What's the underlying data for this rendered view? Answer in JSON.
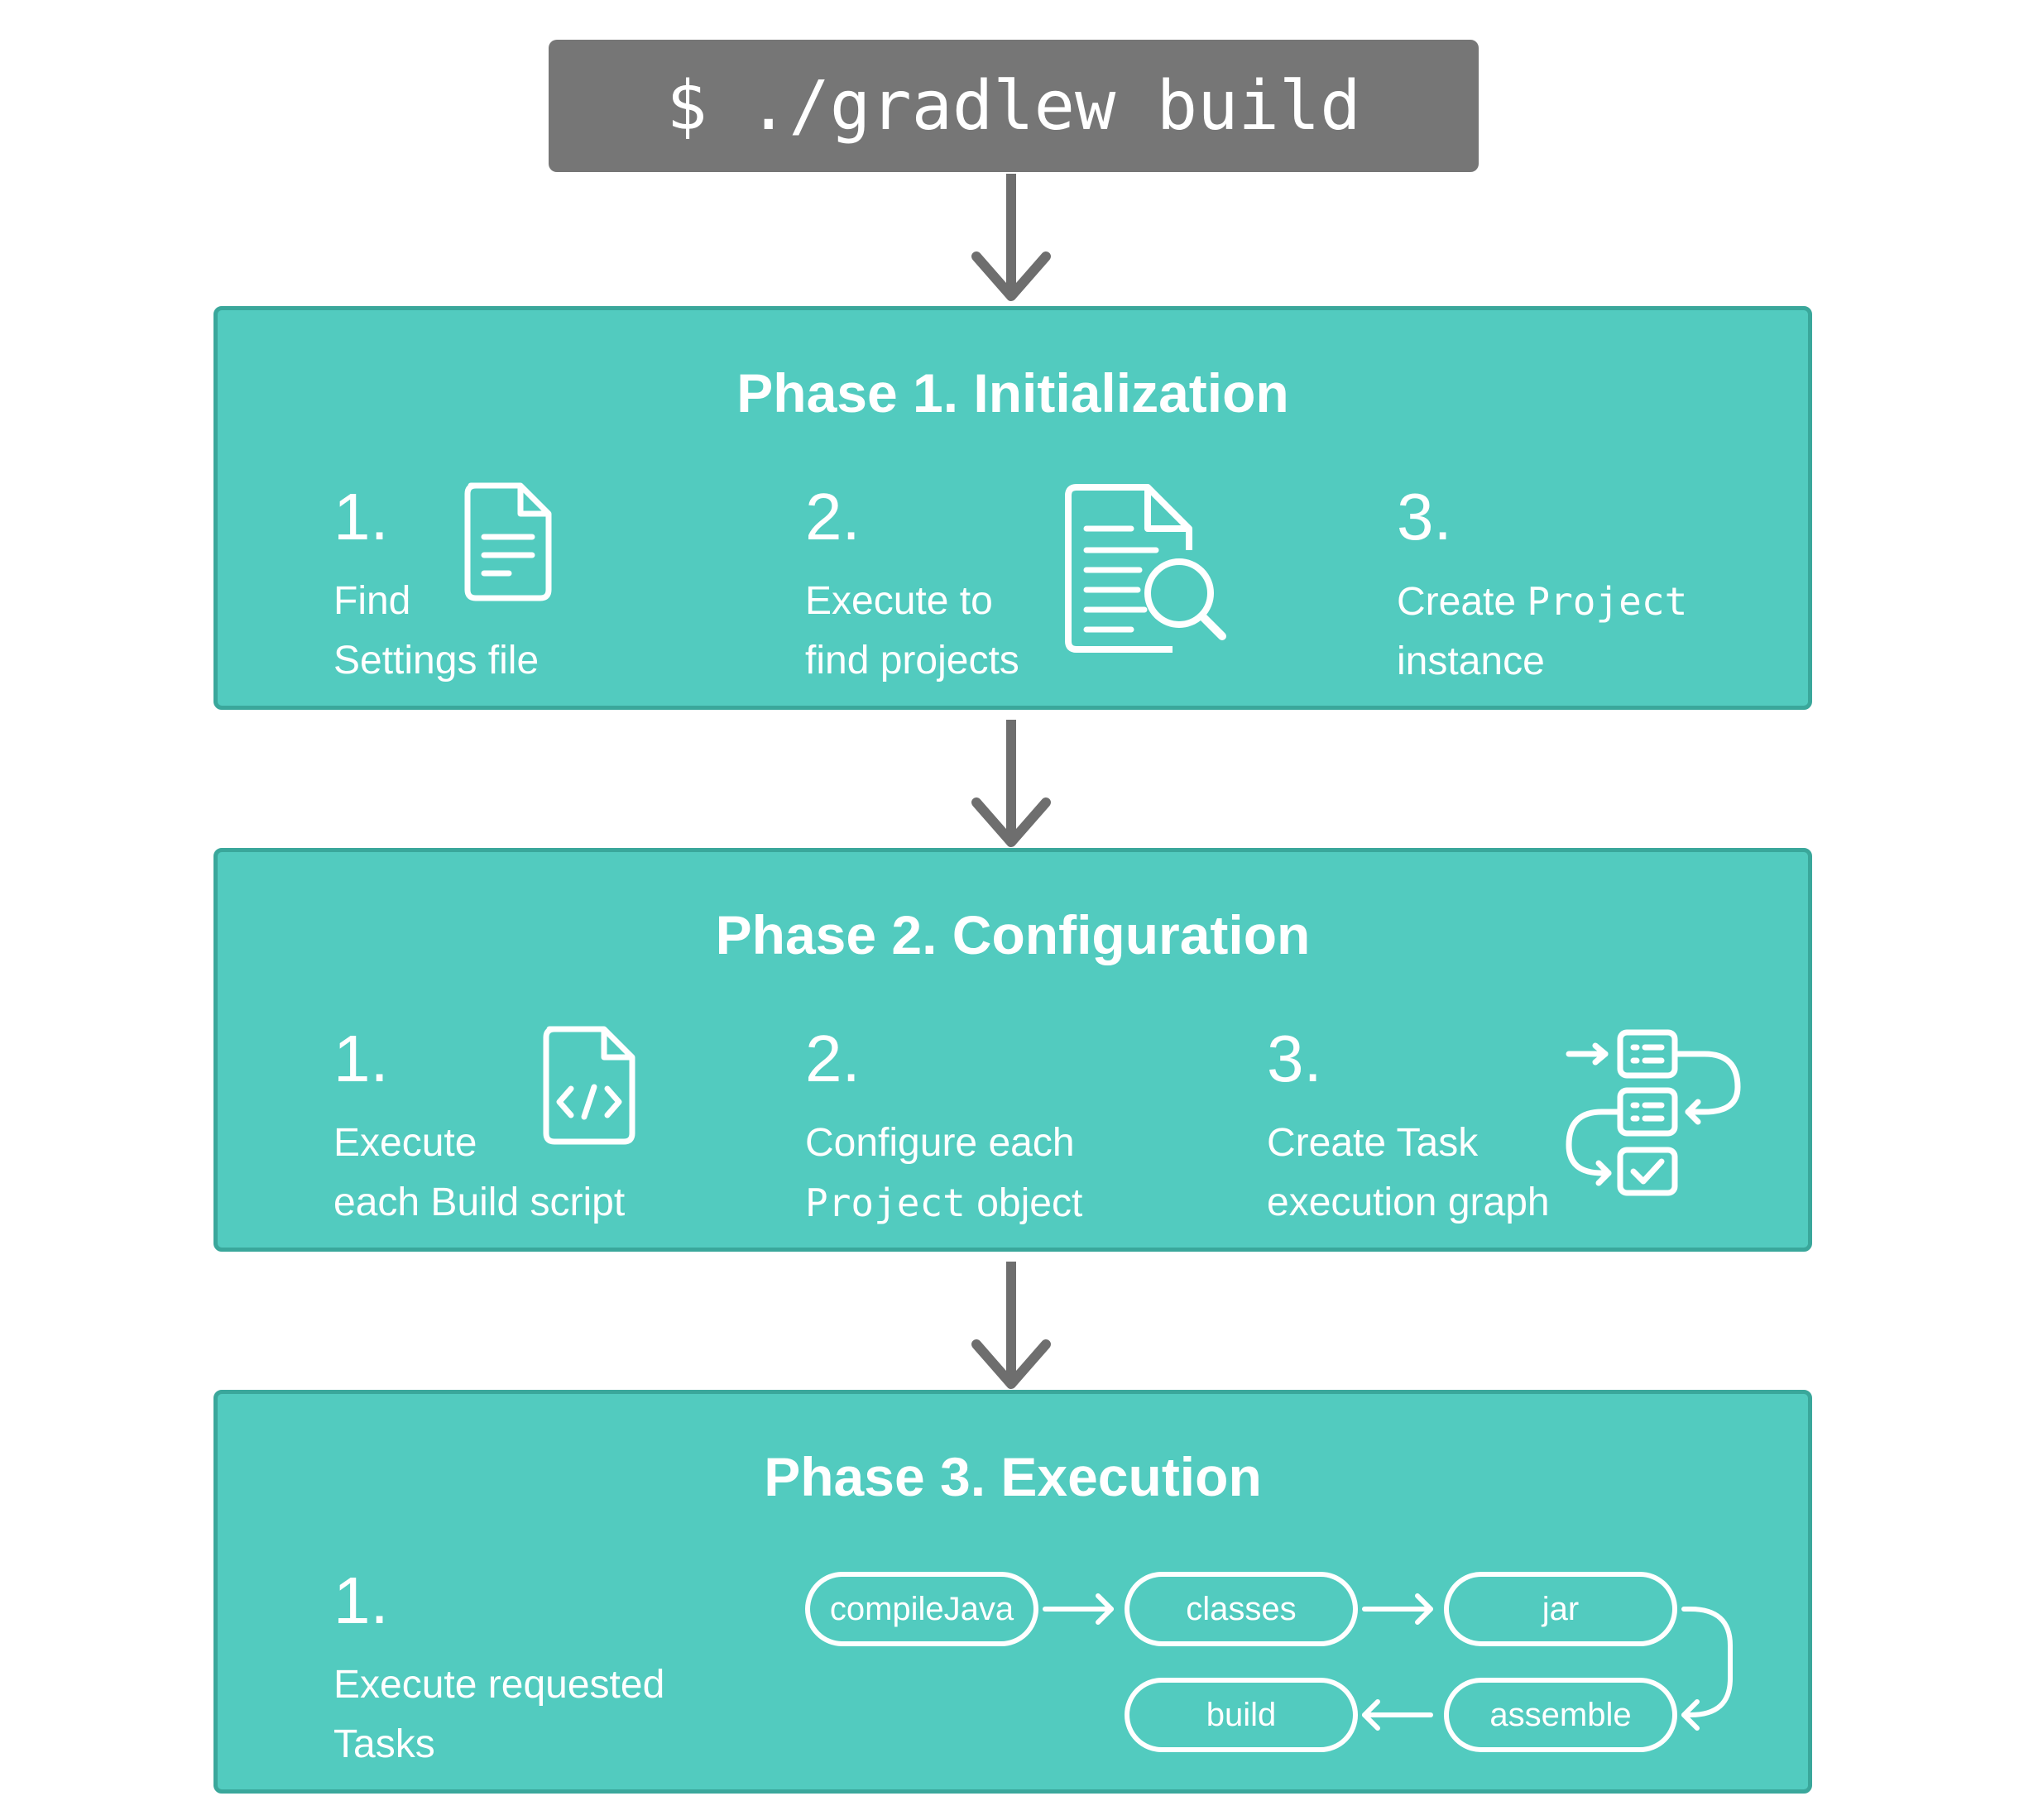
{
  "command": "$ ./gradlew build",
  "phases": [
    {
      "title": "Phase 1. Initialization",
      "steps": [
        {
          "num": "1.",
          "line1": "Find",
          "line2": "Settings file"
        },
        {
          "num": "2.",
          "line1": "Execute to",
          "line2": "find projects"
        },
        {
          "num": "3.",
          "line1_pre": "Create ",
          "line1_code": "Project",
          "line2": "instance"
        }
      ]
    },
    {
      "title": "Phase 2. Configuration",
      "steps": [
        {
          "num": "1.",
          "line1": "Execute",
          "line2": "each Build script"
        },
        {
          "num": "2.",
          "line1": "Configure each",
          "line2_code": "Project",
          "line2_post": " object"
        },
        {
          "num": "3.",
          "line1": "Create Task",
          "line2": "execution graph"
        }
      ]
    },
    {
      "title": "Phase 3. Execution",
      "steps": [
        {
          "num": "1.",
          "line1": "Execute requested",
          "line2": "Tasks"
        }
      ],
      "tasks": [
        "compileJava",
        "classes",
        "jar",
        "assemble",
        "build"
      ]
    }
  ],
  "colors": {
    "phase_fill": "#52cbbf",
    "phase_border": "#3aa79b",
    "command_bg": "#767676",
    "arrow": "#6e6e6e",
    "text": "#ffffff"
  },
  "icons": [
    "document-icon",
    "document-search-icon",
    "code-file-icon",
    "task-graph-icon"
  ]
}
